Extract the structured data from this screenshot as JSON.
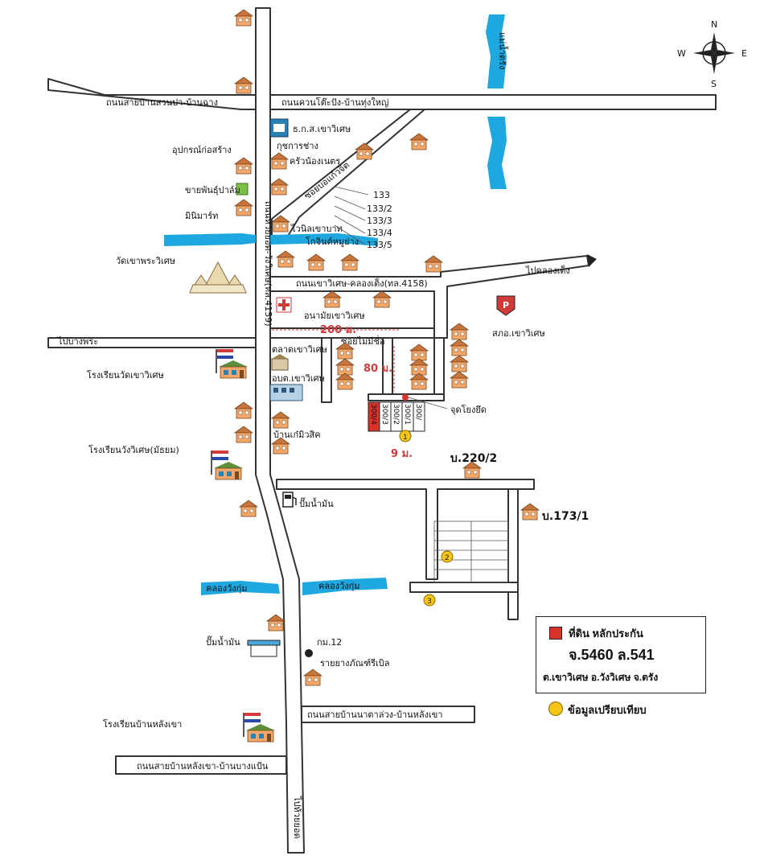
{
  "compass": {
    "n": "N",
    "s": "S",
    "e": "E",
    "w": "W"
  },
  "roads": {
    "north_west": "ถนนสายบ้านสวนปา-บ้านฉาง",
    "north_east": "ถนนควนโต๊ะปัง-บ้านทุ่งใหญ่",
    "middle": "ถนนเขาวิเศษ-คลองเต็ง(ทล.4158)",
    "vertical": "ถนนห้วยยอด-วังวิเศษ(ทล.4159)",
    "to_klongteng": "ไปคลองเต็ง",
    "to_bangpra": "ไปบางพระ",
    "south_east": "ถนนสายบ้านนาตาล่วง-บ้านหลังเขา",
    "south_west": "ถนนสายบ้านหลังเขา-บ้านบางแป้น",
    "to_south": "ไปห้วยยอด",
    "soi_bokaew": "ซอยบ่อแก้วจิต",
    "soi_small": "ซอยไม่มีชื่อ"
  },
  "water": {
    "klong1": "คลองวังกุ่ม",
    "klong2": "คลองวังกุ่ม",
    "river": "แม่น้ำตรัง"
  },
  "places": {
    "tgs": "ธ.ก.ส.เขาวิเศษ",
    "kutsan": "กุชการช่าง",
    "krua": "ครัวน้องเนตร",
    "equip": "อุปกรณ์ก่อสร้าง",
    "palm": "ขายพันธุ์ปาล์ม",
    "minimart": "มินิมาร์ท",
    "vinyl": "ไวนิลเขาบาท",
    "kuay": "โกจินต์หมูย่าง",
    "wat": "วัดเขาพระวิเศษ",
    "health": "อนามัยเขาวิเศษ",
    "police": "สภอ.เขาวิเศษ",
    "market": "ตลาดเขาวิเศษ",
    "obt": "อบต.เขาวิเศษ",
    "school1": "โรงเรียนวัดเขาวิเศษ",
    "school2": "โรงเรียนวังวิเศษ(มัธยม)",
    "banmew": "บ้านเก๋มิวสิค",
    "gas1": "ปั๊มน้ำมัน",
    "gas2": "ปั๊มน้ำมัน",
    "rubber": "รายยางภัณฑ์รีเบิล",
    "school3": "โรงเรียนบ้านหลังเขา",
    "jodyueng": "จุดโยงยึด",
    "km": "กม.12"
  },
  "houses": {
    "n133": "133",
    "n133_2": "133/2",
    "n133_3": "133/3",
    "n133_4": "133/4",
    "n133_5": "133/5",
    "b220": "บ.220/2",
    "b173": "บ.173/1"
  },
  "plots": [
    "300/4",
    "300/3",
    "300/2",
    "300/1",
    "300/"
  ],
  "dims": {
    "d200": "200 ม.",
    "d80": "80 ม.",
    "d9": "9 ม."
  },
  "comparables": [
    "1",
    "2",
    "3"
  ],
  "legend": {
    "collateral": "ที่ดิน  หลักประกัน",
    "deed": "จ.5460 ล.541",
    "location": "ต.เขาวิเศษ อ.วังวิเศษ จ.ตรัง",
    "compare": "ข้อมูลเปรียบเทียบ"
  },
  "colors": {
    "road_edge": "#333333",
    "water": "#1fa8e0",
    "house": "#f3a86a",
    "house_roof": "#c8743a",
    "subject": "#d9322b",
    "comparable": "#f5c518"
  }
}
